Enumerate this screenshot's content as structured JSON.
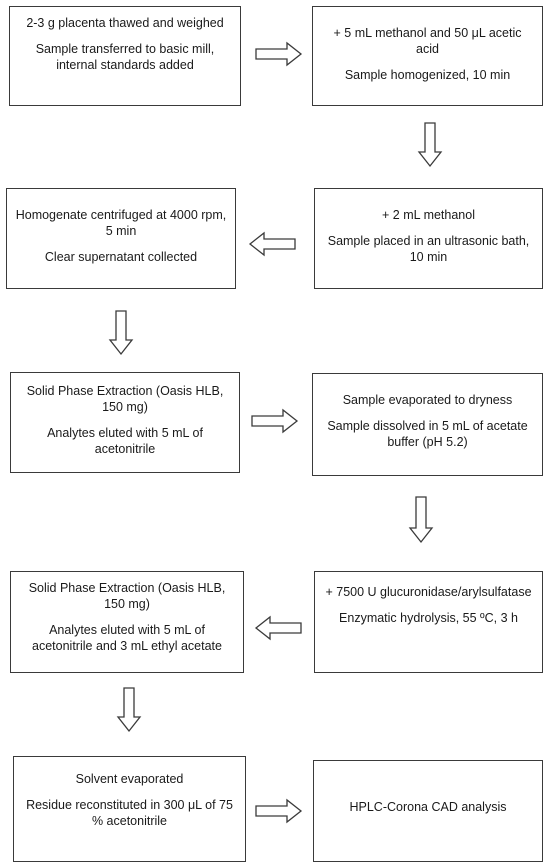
{
  "steps": [
    {
      "id": "s1",
      "lines": [
        "2-3 g placenta thawed and weighed",
        "Sample transferred to basic mill, internal standards added"
      ]
    },
    {
      "id": "s2",
      "lines": [
        "+ 5 mL methanol and 50 μL acetic acid",
        "Sample homogenized, 10 min"
      ]
    },
    {
      "id": "s3",
      "lines": [
        "+ 2 mL methanol",
        "Sample placed in an ultrasonic bath, 10 min"
      ]
    },
    {
      "id": "s4",
      "lines": [
        "Homogenate centrifuged at 4000 rpm, 5 min",
        "Clear supernatant collected"
      ]
    },
    {
      "id": "s5",
      "lines": [
        "Solid Phase Extraction (Oasis HLB, 150 mg)",
        "Analytes eluted with 5 mL of acetonitrile"
      ]
    },
    {
      "id": "s6",
      "lines": [
        "Sample evaporated to dryness",
        "Sample dissolved in 5 mL of acetate buffer (pH 5.2)"
      ]
    },
    {
      "id": "s7",
      "lines": [
        "+ 7500 U glucuronidase/arylsulfatase",
        "Enzymatic hydrolysis, 55 ºC, 3 h"
      ]
    },
    {
      "id": "s8",
      "lines": [
        "Solid Phase Extraction (Oasis HLB, 150 mg)",
        "Analytes eluted with 5 mL of acetonitrile and 3 mL ethyl acetate"
      ]
    },
    {
      "id": "s9",
      "lines": [
        "Solvent evaporated",
        "Residue reconstituted in 300 μL of 75 % acetonitrile"
      ]
    },
    {
      "id": "s10",
      "lines": [
        "HPLC-Corona CAD analysis"
      ]
    }
  ],
  "arrows": [
    {
      "from": "s1",
      "to": "s2",
      "direction": "right"
    },
    {
      "from": "s2",
      "to": "s3",
      "direction": "down"
    },
    {
      "from": "s3",
      "to": "s4",
      "direction": "left"
    },
    {
      "from": "s4",
      "to": "s5",
      "direction": "down"
    },
    {
      "from": "s5",
      "to": "s6",
      "direction": "right"
    },
    {
      "from": "s6",
      "to": "s7",
      "direction": "down"
    },
    {
      "from": "s7",
      "to": "s8",
      "direction": "left"
    },
    {
      "from": "s8",
      "to": "s9",
      "direction": "down"
    },
    {
      "from": "s9",
      "to": "s10",
      "direction": "right"
    }
  ],
  "colors": {
    "border": "#3a3a3a",
    "text": "#1a1a1a",
    "background": "#ffffff"
  }
}
